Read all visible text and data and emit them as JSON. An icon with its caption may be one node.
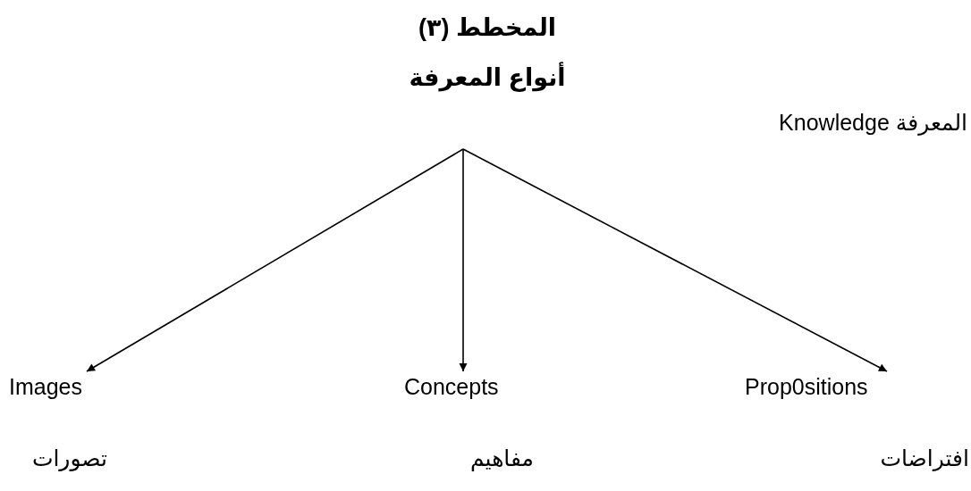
{
  "diagram": {
    "title": "المخطط (٣)",
    "labels": [
      "أنواع المعرفة"
    ],
    "nodes": [
      {
        "text": [
          "المعرفة Knowledge"
        ]
      },
      {
        "text": [
          "Images",
          "تصورات"
        ]
      },
      {
        "text": [
          "Concepts",
          "مفاهيم"
        ]
      },
      {
        "text": [
          "Prop0sitions",
          "افتراضات"
        ]
      }
    ],
    "edges": [
      {
        "from": null,
        "to": 1,
        "arrow": "to"
      },
      {
        "from": null,
        "to": 2,
        "arrow": "to"
      },
      {
        "from": null,
        "to": 3,
        "arrow": "to"
      }
    ]
  }
}
